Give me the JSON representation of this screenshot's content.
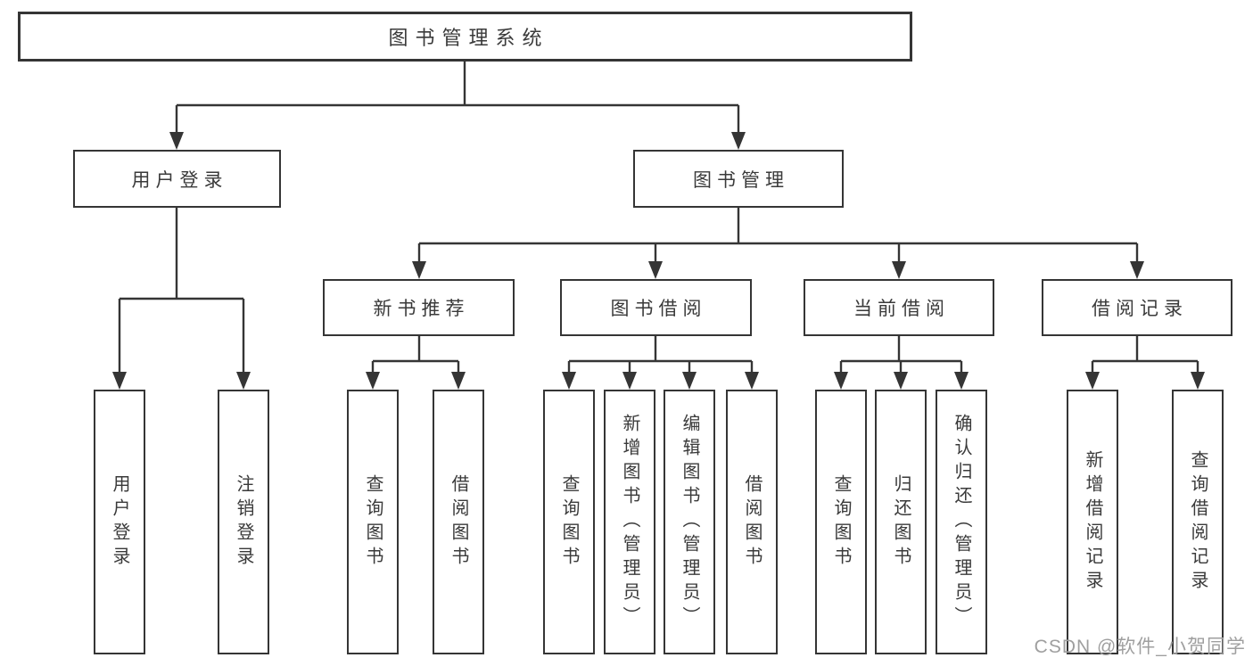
{
  "diagram_title": "图书管理系统",
  "tree": {
    "root": {
      "label": "图书管理系统",
      "children": [
        {
          "label": "用户登录",
          "children": [
            {
              "label": "用户登录"
            },
            {
              "label": "注销登录"
            }
          ]
        },
        {
          "label": "图书管理",
          "children": [
            {
              "label": "新书推荐",
              "children": [
                {
                  "label": "查询图书"
                },
                {
                  "label": "借阅图书"
                }
              ]
            },
            {
              "label": "图书借阅",
              "children": [
                {
                  "label": "查询图书"
                },
                {
                  "label": "新增图书（管理员）"
                },
                {
                  "label": "编辑图书（管理员）"
                },
                {
                  "label": "借阅图书"
                }
              ]
            },
            {
              "label": "当前借阅",
              "children": [
                {
                  "label": "查询图书"
                },
                {
                  "label": "归还图书"
                },
                {
                  "label": "确认归还（管理员）"
                }
              ]
            },
            {
              "label": "借阅记录",
              "children": [
                {
                  "label": "新增借阅记录"
                },
                {
                  "label": "查询借阅记录"
                }
              ]
            }
          ]
        }
      ]
    }
  },
  "watermark": {
    "text": "CSDN @软件_小贺同学",
    "color": "#9f9f9f"
  },
  "colors": {
    "line": "#353535",
    "text": "#3a3a3a",
    "background": "#ffffff"
  }
}
